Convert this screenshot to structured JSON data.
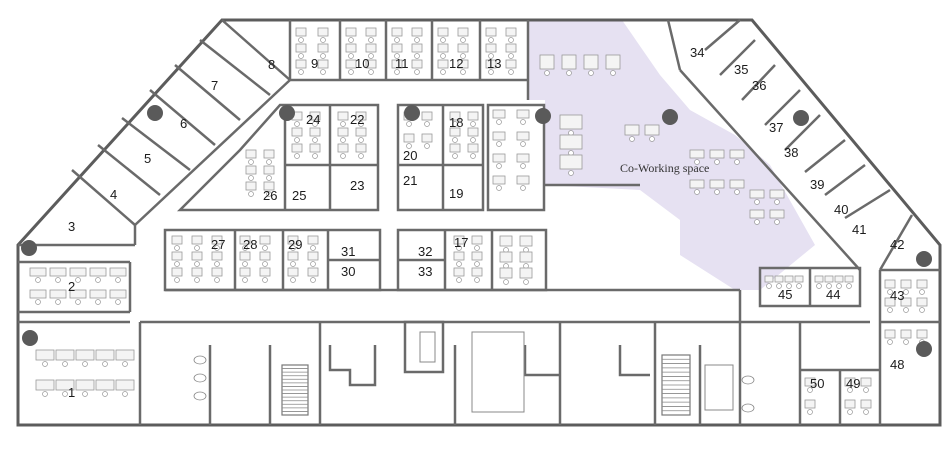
{
  "floor_plan": {
    "colors": {
      "wall": "#5c5c5c",
      "coworking_fill": "#e6e1f2",
      "marker": "#5a5a5a",
      "furniture": "#9a9a9a"
    },
    "coworking_label": "Co-Working space",
    "rooms": [
      {
        "id": "1"
      },
      {
        "id": "2"
      },
      {
        "id": "3"
      },
      {
        "id": "4"
      },
      {
        "id": "5"
      },
      {
        "id": "6"
      },
      {
        "id": "7"
      },
      {
        "id": "8"
      },
      {
        "id": "9"
      },
      {
        "id": "10"
      },
      {
        "id": "11"
      },
      {
        "id": "12"
      },
      {
        "id": "13"
      },
      {
        "id": "17"
      },
      {
        "id": "18"
      },
      {
        "id": "19"
      },
      {
        "id": "20"
      },
      {
        "id": "21"
      },
      {
        "id": "22"
      },
      {
        "id": "23"
      },
      {
        "id": "24"
      },
      {
        "id": "25"
      },
      {
        "id": "26"
      },
      {
        "id": "27"
      },
      {
        "id": "28"
      },
      {
        "id": "29"
      },
      {
        "id": "30"
      },
      {
        "id": "31"
      },
      {
        "id": "32"
      },
      {
        "id": "33"
      },
      {
        "id": "34"
      },
      {
        "id": "35"
      },
      {
        "id": "36"
      },
      {
        "id": "37"
      },
      {
        "id": "38"
      },
      {
        "id": "39"
      },
      {
        "id": "40"
      },
      {
        "id": "41"
      },
      {
        "id": "42"
      },
      {
        "id": "43"
      },
      {
        "id": "44"
      },
      {
        "id": "45"
      },
      {
        "id": "48"
      },
      {
        "id": "49"
      },
      {
        "id": "50"
      }
    ]
  }
}
